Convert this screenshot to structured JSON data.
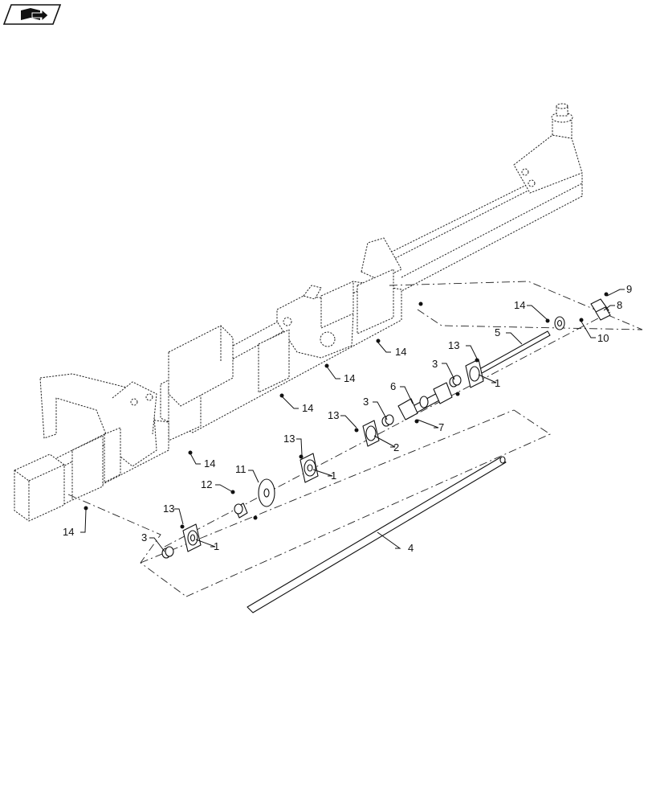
{
  "toolbar": {
    "nav_icon": "flag-arrow-icon"
  },
  "diagram": {
    "callouts": [
      {
        "id": "c1a",
        "text": "1"
      },
      {
        "id": "c1b",
        "text": "1"
      },
      {
        "id": "c1c",
        "text": "1"
      },
      {
        "id": "c2",
        "text": "2"
      },
      {
        "id": "c3a",
        "text": "3"
      },
      {
        "id": "c3b",
        "text": "3"
      },
      {
        "id": "c3c",
        "text": "3"
      },
      {
        "id": "c4",
        "text": "4"
      },
      {
        "id": "c5",
        "text": "5"
      },
      {
        "id": "c6",
        "text": "6"
      },
      {
        "id": "c7",
        "text": "7"
      },
      {
        "id": "c8",
        "text": "8"
      },
      {
        "id": "c9",
        "text": "9"
      },
      {
        "id": "c10",
        "text": "10"
      },
      {
        "id": "c11",
        "text": "11"
      },
      {
        "id": "c12",
        "text": "12"
      },
      {
        "id": "c13a",
        "text": "13"
      },
      {
        "id": "c13b",
        "text": "13"
      },
      {
        "id": "c13c",
        "text": "13"
      },
      {
        "id": "c13d",
        "text": "13"
      },
      {
        "id": "c14a",
        "text": "14"
      },
      {
        "id": "c14b",
        "text": "14"
      },
      {
        "id": "c14c",
        "text": "14"
      },
      {
        "id": "c14d",
        "text": "14"
      },
      {
        "id": "c14e",
        "text": "14"
      }
    ]
  }
}
